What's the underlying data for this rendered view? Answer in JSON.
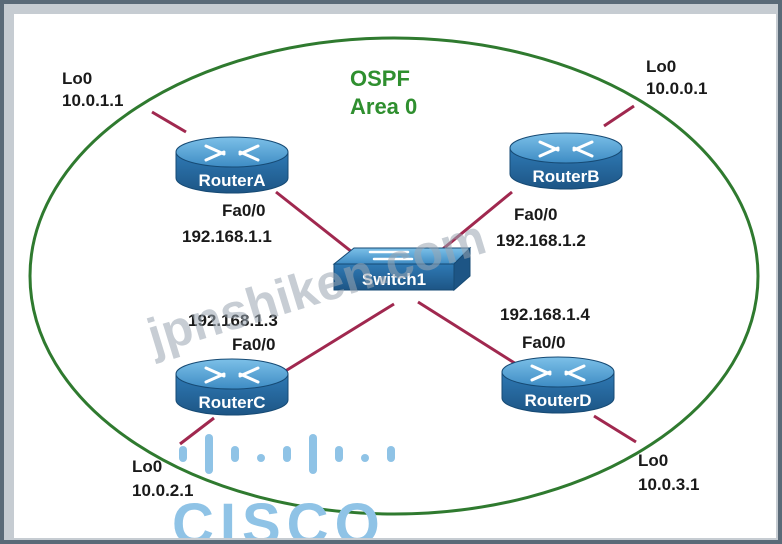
{
  "area": {
    "line1": "OSPF",
    "line2": "Area 0"
  },
  "routers": {
    "a": {
      "name": "RouterA",
      "lo_label": "Lo0",
      "lo_ip": "10.0.1.1",
      "fa_label": "Fa0/0",
      "fa_ip": "192.168.1.1"
    },
    "b": {
      "name": "RouterB",
      "lo_label": "Lo0",
      "lo_ip": "10.0.0.1",
      "fa_label": "Fa0/0",
      "fa_ip": "192.168.1.2"
    },
    "c": {
      "name": "RouterC",
      "lo_label": "Lo0",
      "lo_ip": "10.0.2.1",
      "fa_label": "Fa0/0",
      "fa_ip": "192.168.1.3"
    },
    "d": {
      "name": "RouterD",
      "lo_label": "Lo0",
      "lo_ip": "10.0.3.1",
      "fa_label": "Fa0/0",
      "fa_ip": "192.168.1.4"
    }
  },
  "switch": {
    "name": "Switch1"
  },
  "watermark": "jpnshiken.com",
  "logo_text": "CISCO",
  "colors": {
    "area_ellipse": "#2f7a2f",
    "area_text": "#2f8f2f",
    "link": "#a0284f",
    "device_top": "#4f9fd0",
    "device_body": "#2a6fa5",
    "logo": "#8fc3e6"
  }
}
